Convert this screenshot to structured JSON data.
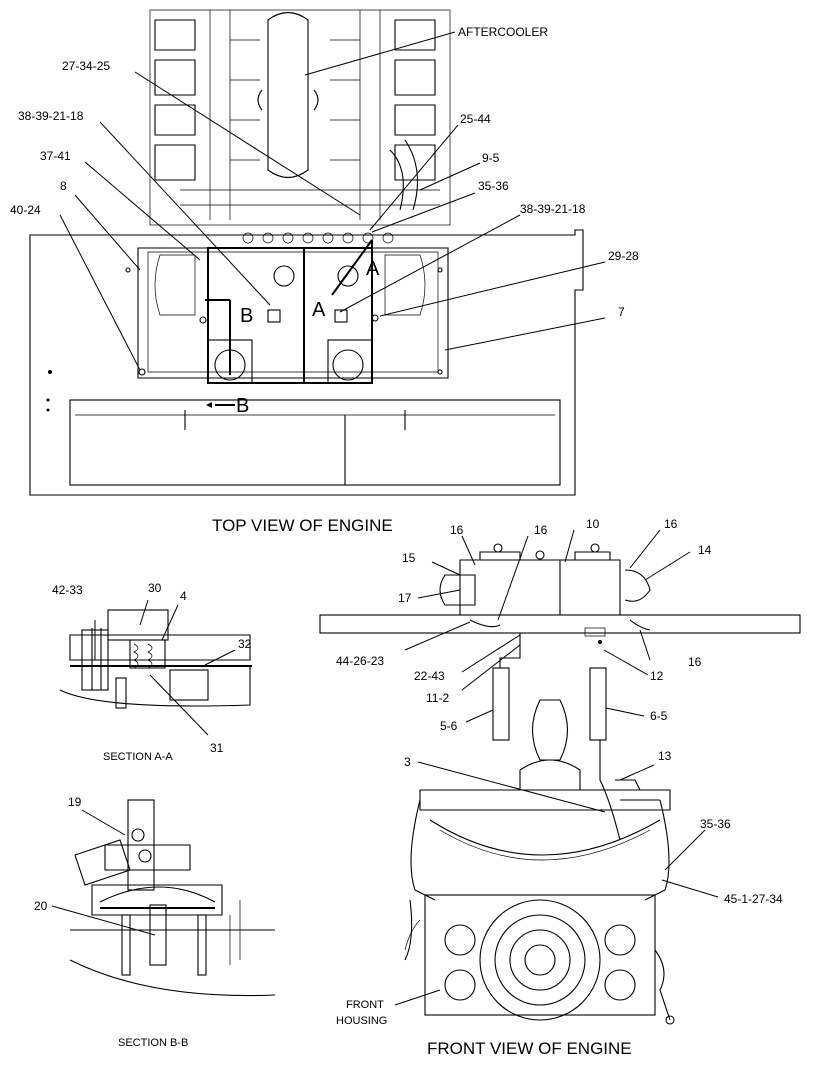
{
  "views": {
    "top": "TOP VIEW OF ENGINE",
    "front": "FRONT VIEW OF ENGINE",
    "section_aa": "SECTION A-A",
    "section_bb": "SECTION B-B"
  },
  "top_view_callouts": [
    {
      "text": "AFTERCOOLER"
    },
    {
      "text": "27-34-25"
    },
    {
      "text": "38-39-21-18"
    },
    {
      "text": "37-41"
    },
    {
      "text": "8"
    },
    {
      "text": "40-24"
    },
    {
      "text": "25-44"
    },
    {
      "text": "9-5"
    },
    {
      "text": "35-36"
    },
    {
      "text": "38-39-21-18"
    },
    {
      "text": "29-28"
    },
    {
      "text": "7"
    }
  ],
  "section_markers": [
    "A",
    "A",
    "B",
    "B"
  ],
  "section_aa_callouts": [
    "42-33",
    "30",
    "4",
    "32",
    "31"
  ],
  "section_bb_callouts": [
    "19",
    "20"
  ],
  "front_view_callouts": [
    {
      "text": "16"
    },
    {
      "text": "16"
    },
    {
      "text": "10"
    },
    {
      "text": "16"
    },
    {
      "text": "15"
    },
    {
      "text": "14"
    },
    {
      "text": "17"
    },
    {
      "text": "44-26-23"
    },
    {
      "text": "22-43"
    },
    {
      "text": "11-2"
    },
    {
      "text": "16"
    },
    {
      "text": "12"
    },
    {
      "text": "5-6"
    },
    {
      "text": "6-5"
    },
    {
      "text": "13"
    },
    {
      "text": "3"
    },
    {
      "text": "35-36"
    },
    {
      "text": "45-1-27-34"
    }
  ],
  "front_housing": [
    "FRONT",
    "HOUSING"
  ]
}
